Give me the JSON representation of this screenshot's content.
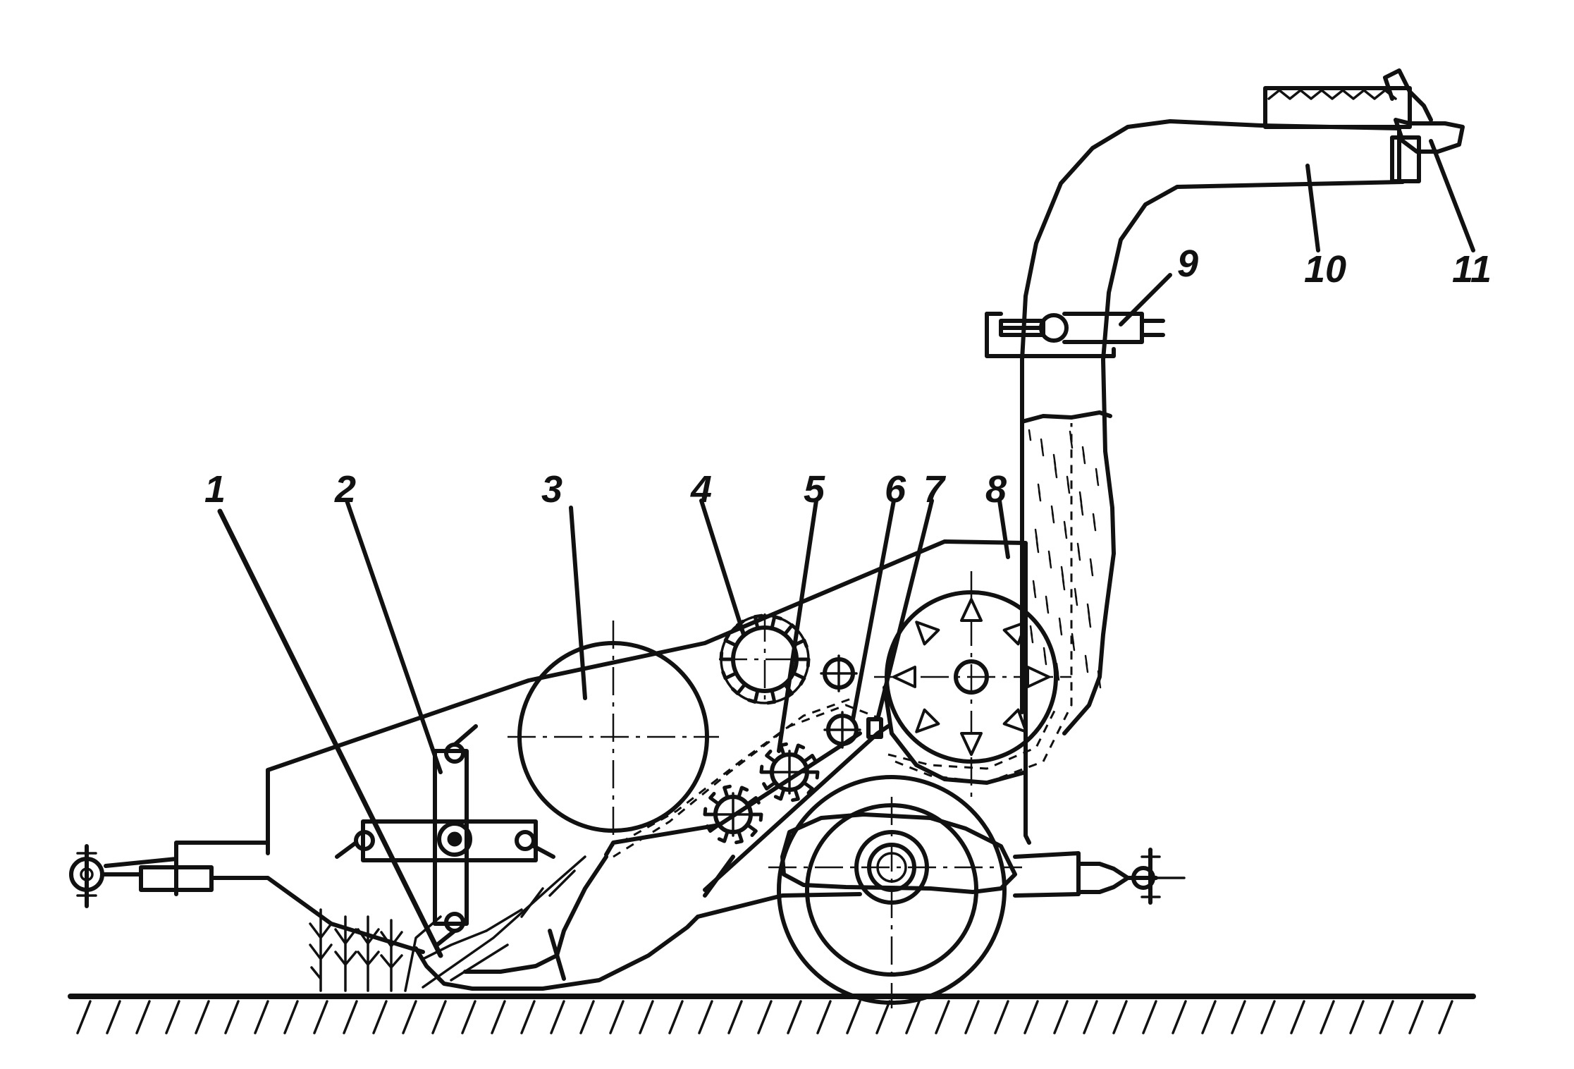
{
  "figure": {
    "callouts": [
      {
        "id": "1",
        "text": "1"
      },
      {
        "id": "2",
        "text": "2"
      },
      {
        "id": "3",
        "text": "3"
      },
      {
        "id": "4",
        "text": "4"
      },
      {
        "id": "5",
        "text": "5"
      },
      {
        "id": "6",
        "text": "6"
      },
      {
        "id": "7",
        "text": "7"
      },
      {
        "id": "8",
        "text": "8"
      },
      {
        "id": "9",
        "text": "9"
      },
      {
        "id": "10",
        "text": "10"
      },
      {
        "id": "11",
        "text": "11"
      }
    ]
  },
  "colors": {
    "ink": "#111111",
    "paper": "#ffffff"
  }
}
